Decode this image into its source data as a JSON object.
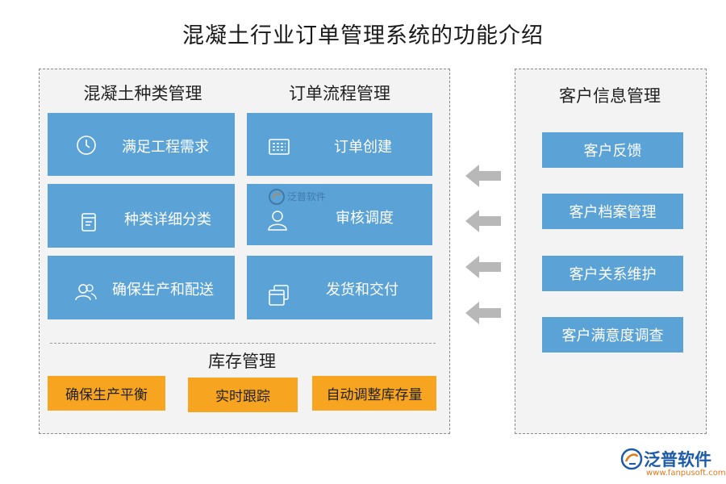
{
  "title": "混凝土行业订单管理系统的功能介绍",
  "sections": {
    "concrete_types": {
      "heading": "混凝土种类管理",
      "items": [
        {
          "label": "满足工程需求",
          "icon": "clock-icon"
        },
        {
          "label": "种类详细分类",
          "icon": "document-icon"
        },
        {
          "label": "确保生产和配送",
          "icon": "users-icon"
        }
      ]
    },
    "order_flow": {
      "heading": "订单流程管理",
      "items": [
        {
          "label": "订单创建",
          "icon": "form-icon"
        },
        {
          "label": "审核调度",
          "icon": "user-icon"
        },
        {
          "label": "发货和交付",
          "icon": "files-icon"
        }
      ]
    },
    "inventory": {
      "heading": "库存管理",
      "items": [
        "确保生产平衡",
        "实时跟踪",
        "自动调整库存量"
      ]
    },
    "customer": {
      "heading": "客户信息管理",
      "items": [
        "客户反馈",
        "客户档案管理",
        "客户关系维护",
        "客户满意度调查"
      ]
    }
  },
  "watermark": "泛普软件",
  "brand": {
    "name": "泛普软件",
    "url": "www.fanpusoft.com"
  },
  "colors": {
    "card_blue": "#5ba3d6",
    "orange": "#f7a520",
    "arrow_gray": "#b8b8b8"
  }
}
